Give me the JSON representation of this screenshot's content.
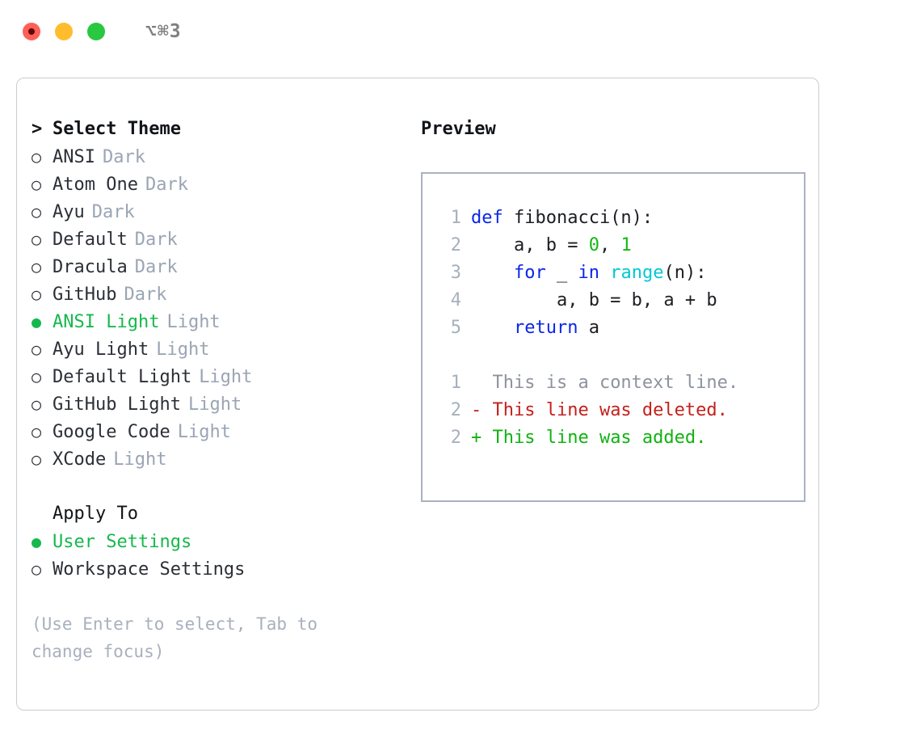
{
  "titlebar": {
    "dots": [
      {
        "name": "close-dot",
        "color": "#ff5f57"
      },
      {
        "name": "minimize-dot",
        "color": "#ffbd2e"
      },
      {
        "name": "maximize-dot",
        "color": "#28c840"
      }
    ],
    "shortcut": "⌥⌘3"
  },
  "colors": {
    "accent_green": "#16b84e",
    "badge_gray": "#9aa5b4",
    "hint_gray": "#a8b0bd",
    "panel_border": "#a9b2c0",
    "window_border": "#c9ccd4",
    "keyword_blue": "#0b26e8",
    "function_cyan": "#00c8d4",
    "number_green": "#14b814",
    "diff_delete_red": "#c4211c",
    "diff_add_green": "#11b211",
    "diff_context_gray": "#8d939c"
  },
  "theme_list": {
    "heading": "Select Theme",
    "heading_marker": ">",
    "marker_unselected": "○",
    "marker_selected": "●",
    "items": [
      {
        "label": "ANSI",
        "badge": "Dark",
        "selected": false
      },
      {
        "label": "Atom One",
        "badge": "Dark",
        "selected": false
      },
      {
        "label": "Ayu",
        "badge": "Dark",
        "selected": false
      },
      {
        "label": "Default",
        "badge": "Dark",
        "selected": false
      },
      {
        "label": "Dracula",
        "badge": "Dark",
        "selected": false
      },
      {
        "label": "GitHub",
        "badge": "Dark",
        "selected": false
      },
      {
        "label": "ANSI Light",
        "badge": "Light",
        "selected": true
      },
      {
        "label": "Ayu Light",
        "badge": "Light",
        "selected": false
      },
      {
        "label": "Default Light",
        "badge": "Light",
        "selected": false
      },
      {
        "label": "GitHub Light",
        "badge": "Light",
        "selected": false
      },
      {
        "label": "Google Code",
        "badge": "Light",
        "selected": false
      },
      {
        "label": "XCode",
        "badge": "Light",
        "selected": false
      }
    ]
  },
  "apply_to": {
    "heading": "Apply To",
    "items": [
      {
        "label": "User Settings",
        "selected": true
      },
      {
        "label": "Workspace Settings",
        "selected": false
      }
    ]
  },
  "hint": "(Use Enter to select, Tab to change focus)",
  "preview": {
    "heading": "Preview",
    "code_lines": [
      {
        "number": "1",
        "tokens": [
          {
            "text": "def ",
            "type": "keyword"
          },
          {
            "text": "fibonacci(n):",
            "type": "plain"
          }
        ]
      },
      {
        "number": "2",
        "tokens": [
          {
            "text": "    a, b = ",
            "type": "plain"
          },
          {
            "text": "0",
            "type": "number"
          },
          {
            "text": ", ",
            "type": "plain"
          },
          {
            "text": "1",
            "type": "number"
          }
        ]
      },
      {
        "number": "3",
        "tokens": [
          {
            "text": "    ",
            "type": "plain"
          },
          {
            "text": "for",
            "type": "keyword"
          },
          {
            "text": " _ ",
            "type": "plain"
          },
          {
            "text": "in",
            "type": "keyword"
          },
          {
            "text": " ",
            "type": "plain"
          },
          {
            "text": "range",
            "type": "function"
          },
          {
            "text": "(n):",
            "type": "plain"
          }
        ]
      },
      {
        "number": "4",
        "tokens": [
          {
            "text": "        a, b = b, a + b",
            "type": "plain"
          }
        ]
      },
      {
        "number": "5",
        "tokens": [
          {
            "text": "    ",
            "type": "plain"
          },
          {
            "text": "return",
            "type": "keyword"
          },
          {
            "text": " a",
            "type": "plain"
          }
        ]
      }
    ],
    "diff_lines": [
      {
        "number": "1",
        "sign": " ",
        "text": "This is a context line.",
        "kind": "context"
      },
      {
        "number": "2",
        "sign": "-",
        "text": "This line was deleted.",
        "kind": "delete"
      },
      {
        "number": "2",
        "sign": "+",
        "text": "This line was added.",
        "kind": "add"
      }
    ]
  }
}
